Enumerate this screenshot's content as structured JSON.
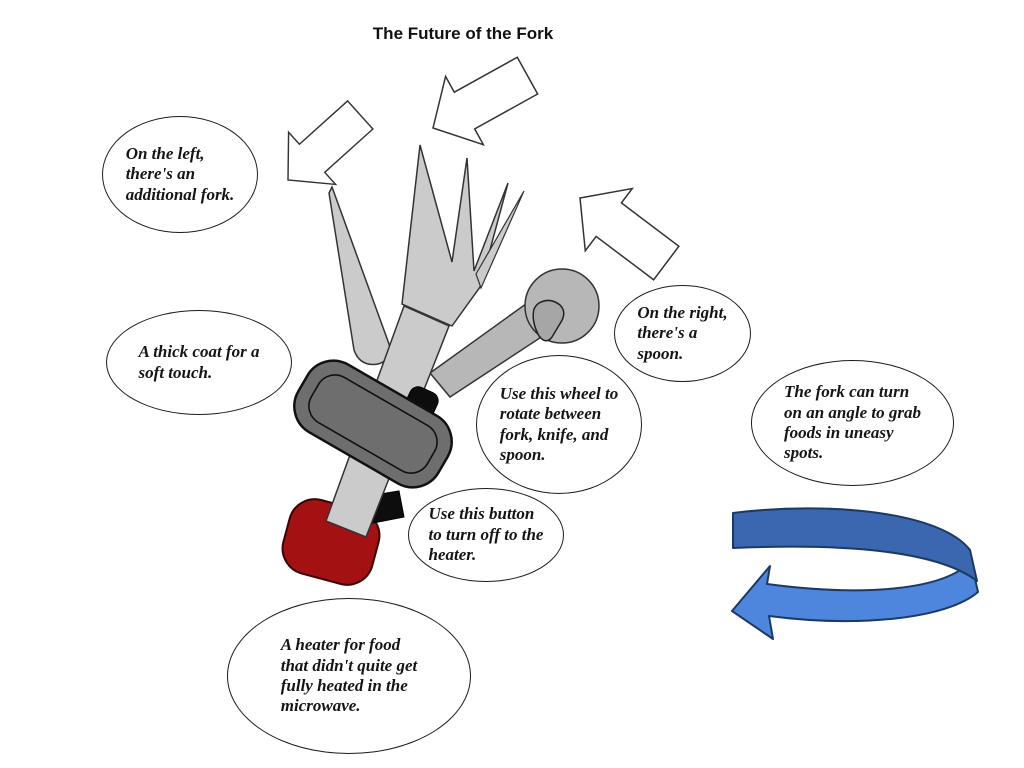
{
  "title": "The Future of the Fork",
  "bubbles": {
    "additional_fork": {
      "text": "On the left,\nthere's an\nadditional fork."
    },
    "thick_coat": {
      "text": "A thick coat for a\nsoft touch."
    },
    "spoon": {
      "text": "On the right,\nthere's a\nspoon."
    },
    "wheel": {
      "text": "Use this wheel to\nrotate between\nfork, knife, and\nspoon."
    },
    "heater_button": {
      "text": "Use this button\nto turn off to the\nheater."
    },
    "angle_turn": {
      "text": "The fork can turn\non an angle to grab\nfoods in uneasy\nspots."
    },
    "heater": {
      "text": "A heater for food\nthat didn't quite get\nfully heated in the\nmicrowave."
    }
  },
  "colors": {
    "utensil_body": "#cbcbcb",
    "spoon_gray": "#b7b7b7",
    "spoon_bowl": "#a6a6a6",
    "wheel_gray": "#6e6e6e",
    "heater_red": "#a41113",
    "button_black": "#0d0d0d",
    "pointer_arrow_fill": "#ffffff",
    "rotation_arrow_dark": "#3a67b0",
    "rotation_arrow_light": "#4e86dd"
  }
}
